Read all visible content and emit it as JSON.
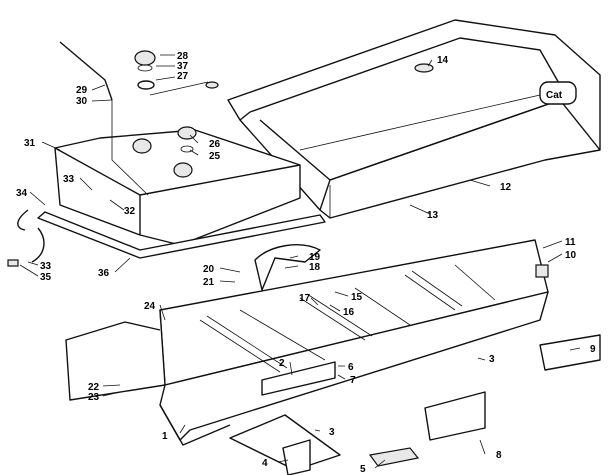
{
  "diagram": {
    "callouts": [
      "28",
      "37",
      "27",
      "29",
      "30",
      "31",
      "26",
      "25",
      "33",
      "34",
      "32",
      "33",
      "35",
      "36",
      "14",
      "12",
      "13",
      "19",
      "18",
      "20",
      "21",
      "11",
      "10",
      "24",
      "15",
      "17",
      "16",
      "3",
      "2",
      "6",
      "7",
      "22",
      "23",
      "3",
      "9",
      "8",
      "1",
      "5",
      "4"
    ],
    "badge_text": "Cat"
  }
}
